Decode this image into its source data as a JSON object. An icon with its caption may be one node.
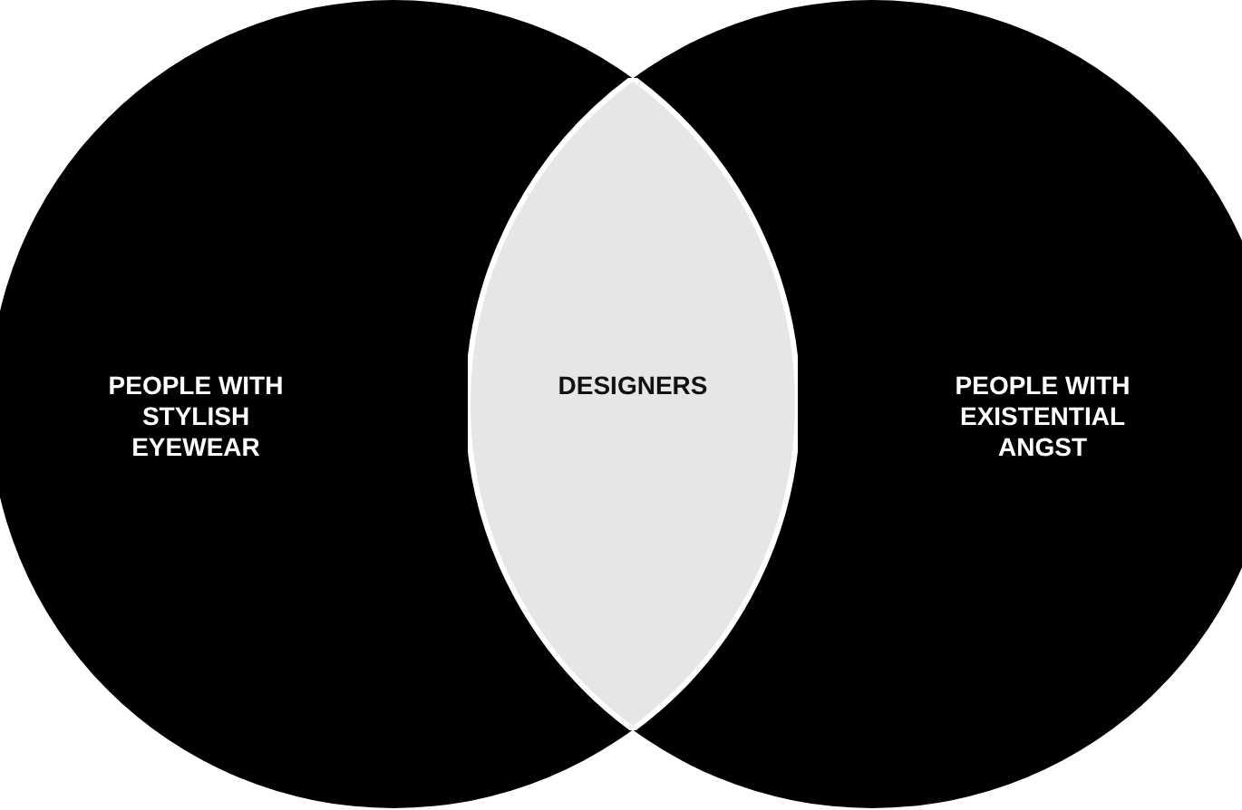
{
  "diagram": {
    "nodes": [
      {
        "text": [
          "PEOPLE WITH STYLISH EYEWEAR"
        ]
      },
      {
        "text": [
          "PEOPLE WITH EXISTENTIAL ANGST"
        ]
      },
      {
        "text": [
          "DESIGNERS"
        ]
      }
    ]
  }
}
